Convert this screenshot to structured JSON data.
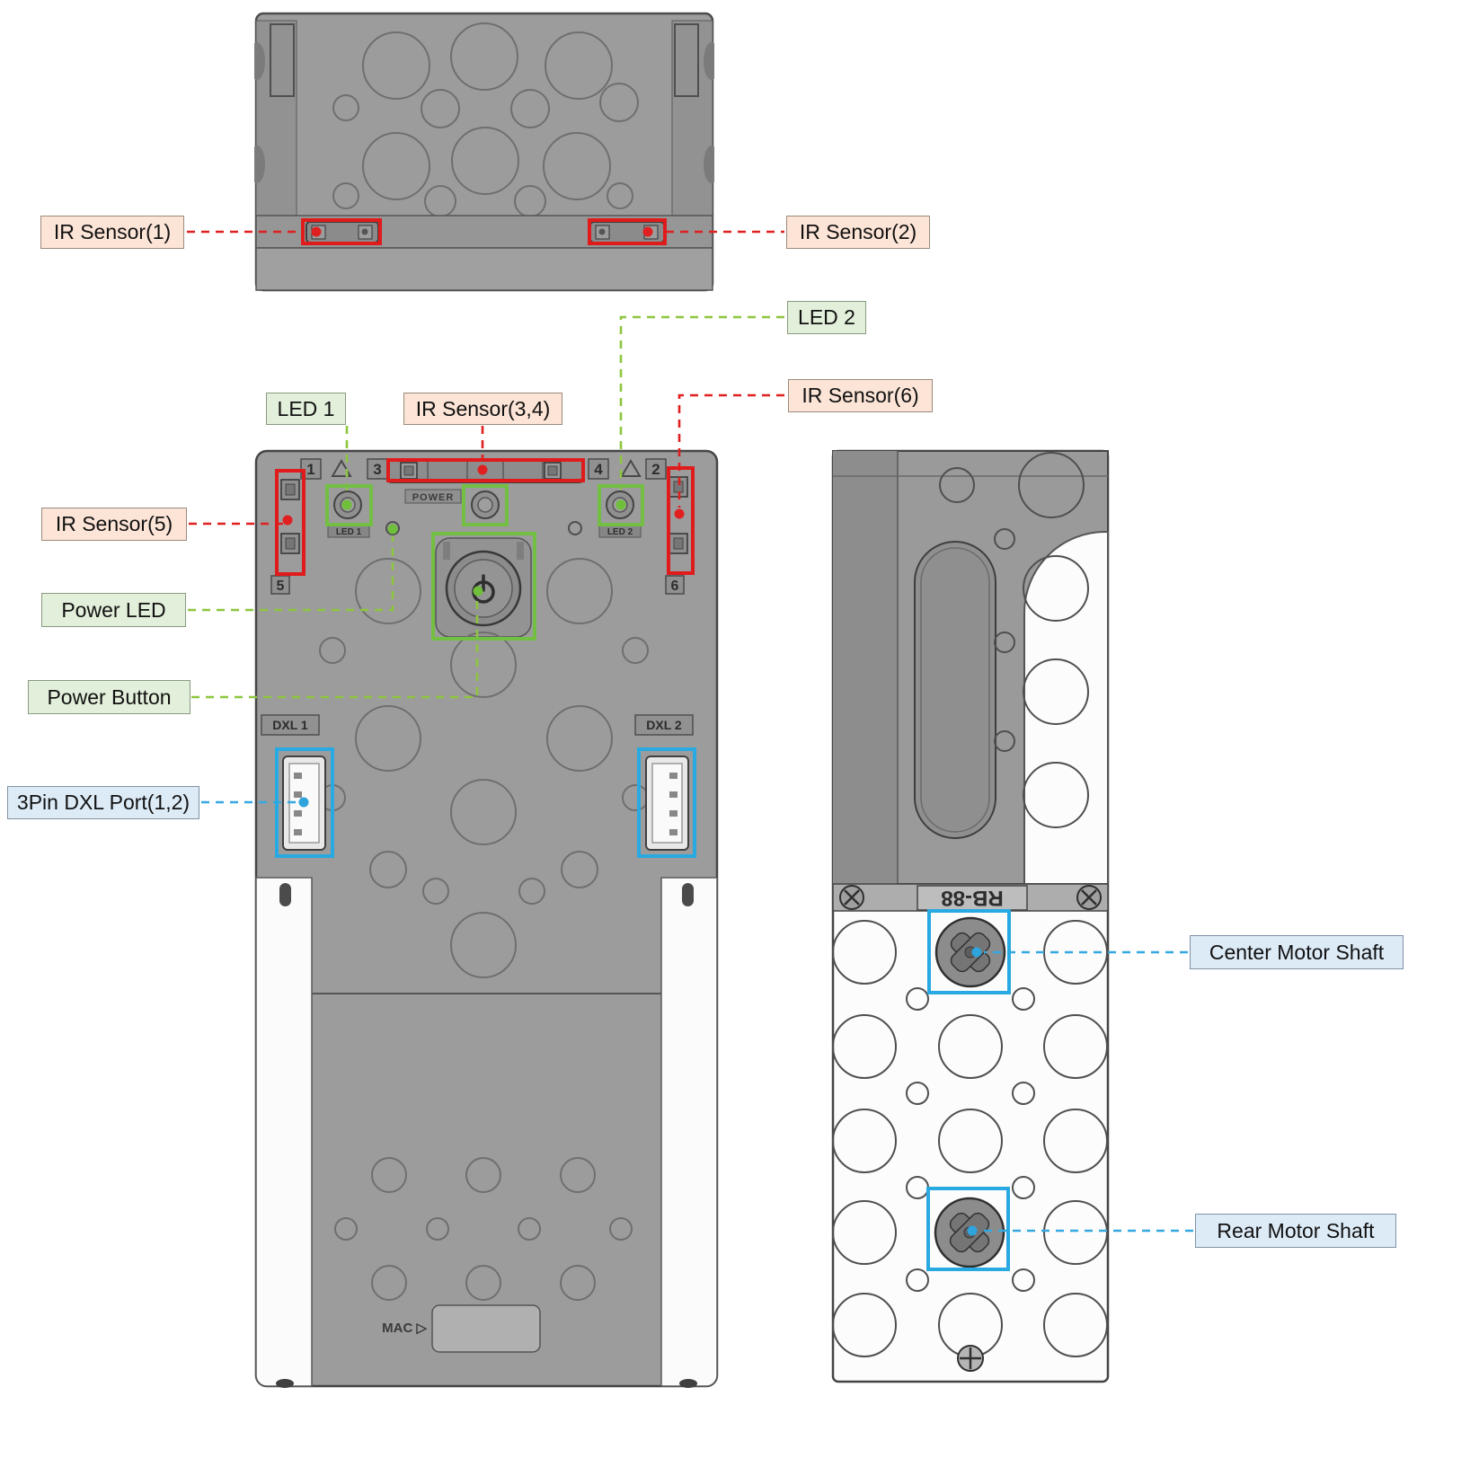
{
  "callouts": {
    "ir_sensor_1": "IR Sensor(1)",
    "ir_sensor_2": "IR Sensor(2)",
    "led_2": "LED 2",
    "ir_sensor_6": "IR Sensor(6)",
    "led_1": "LED 1",
    "ir_sensor_3_4": "IR Sensor(3,4)",
    "ir_sensor_5": "IR Sensor(5)",
    "power_led": "Power LED",
    "power_button": "Power Button",
    "dxl_port": "3Pin DXL Port(1,2)",
    "center_motor_shaft": "Center Motor Shaft",
    "rear_motor_shaft": "Rear Motor Shaft"
  },
  "device": {
    "front": {
      "marker_1": "1",
      "marker_2": "2",
      "marker_3": "3",
      "marker_4": "4",
      "marker_5": "5",
      "marker_6": "6",
      "power_caption": "POWER",
      "led1_caption": "LED 1",
      "led2_caption": "LED 2",
      "dxl1_caption": "DXL 1",
      "dxl2_caption": "DXL 2",
      "mac_caption": "MAC ▷"
    },
    "side": {
      "model_caption": "RB-88"
    }
  },
  "colors": {
    "ir_label_bg": "#FCE4D6",
    "led_label_bg": "#E2EFDA",
    "port_label_bg": "#DDEBF7",
    "ir_accent": "#E01B1B",
    "led_accent": "#72BF44",
    "port_accent": "#29A9E1",
    "body_gray": "#9C9C9C"
  }
}
